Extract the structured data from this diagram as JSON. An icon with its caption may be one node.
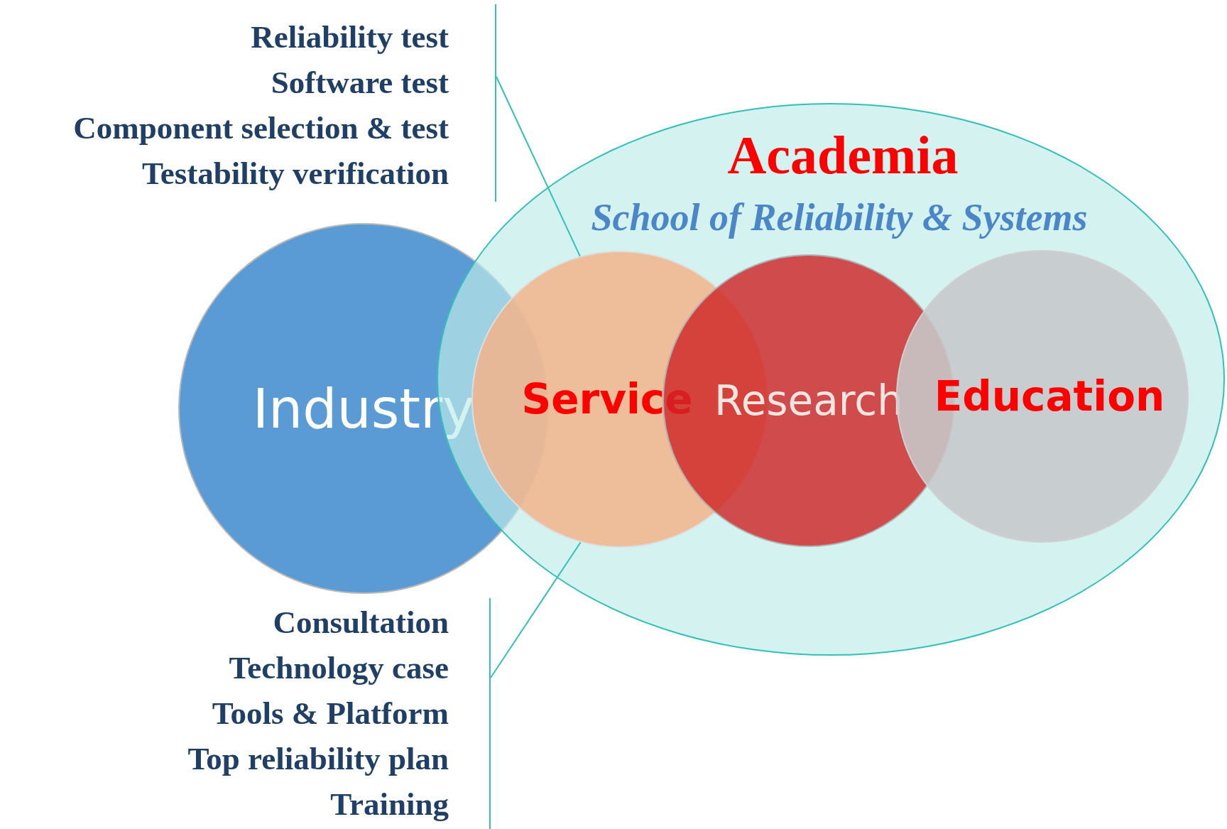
{
  "diagram": {
    "nodes": [
      {
        "text": [
          "Academia",
          "School of Reliability & Systems"
        ]
      },
      {
        "text": [
          "Industry"
        ]
      },
      {
        "text": [
          "Service"
        ],
        "in": 0
      },
      {
        "text": [
          "Research"
        ],
        "in": 0
      },
      {
        "text": [
          "Education"
        ],
        "in": 0
      },
      {
        "text": [
          "Reliability test",
          "Software test",
          "Component selection & test",
          "Testability verification"
        ]
      },
      {
        "text": [
          "Consultation",
          "Technology case",
          "Tools & Platform",
          "Top reliability plan",
          "Training"
        ]
      }
    ],
    "edges": [
      {
        "from": 5,
        "to": 2,
        "arrow": "none"
      },
      {
        "from": 6,
        "to": 2,
        "arrow": "none"
      }
    ]
  }
}
